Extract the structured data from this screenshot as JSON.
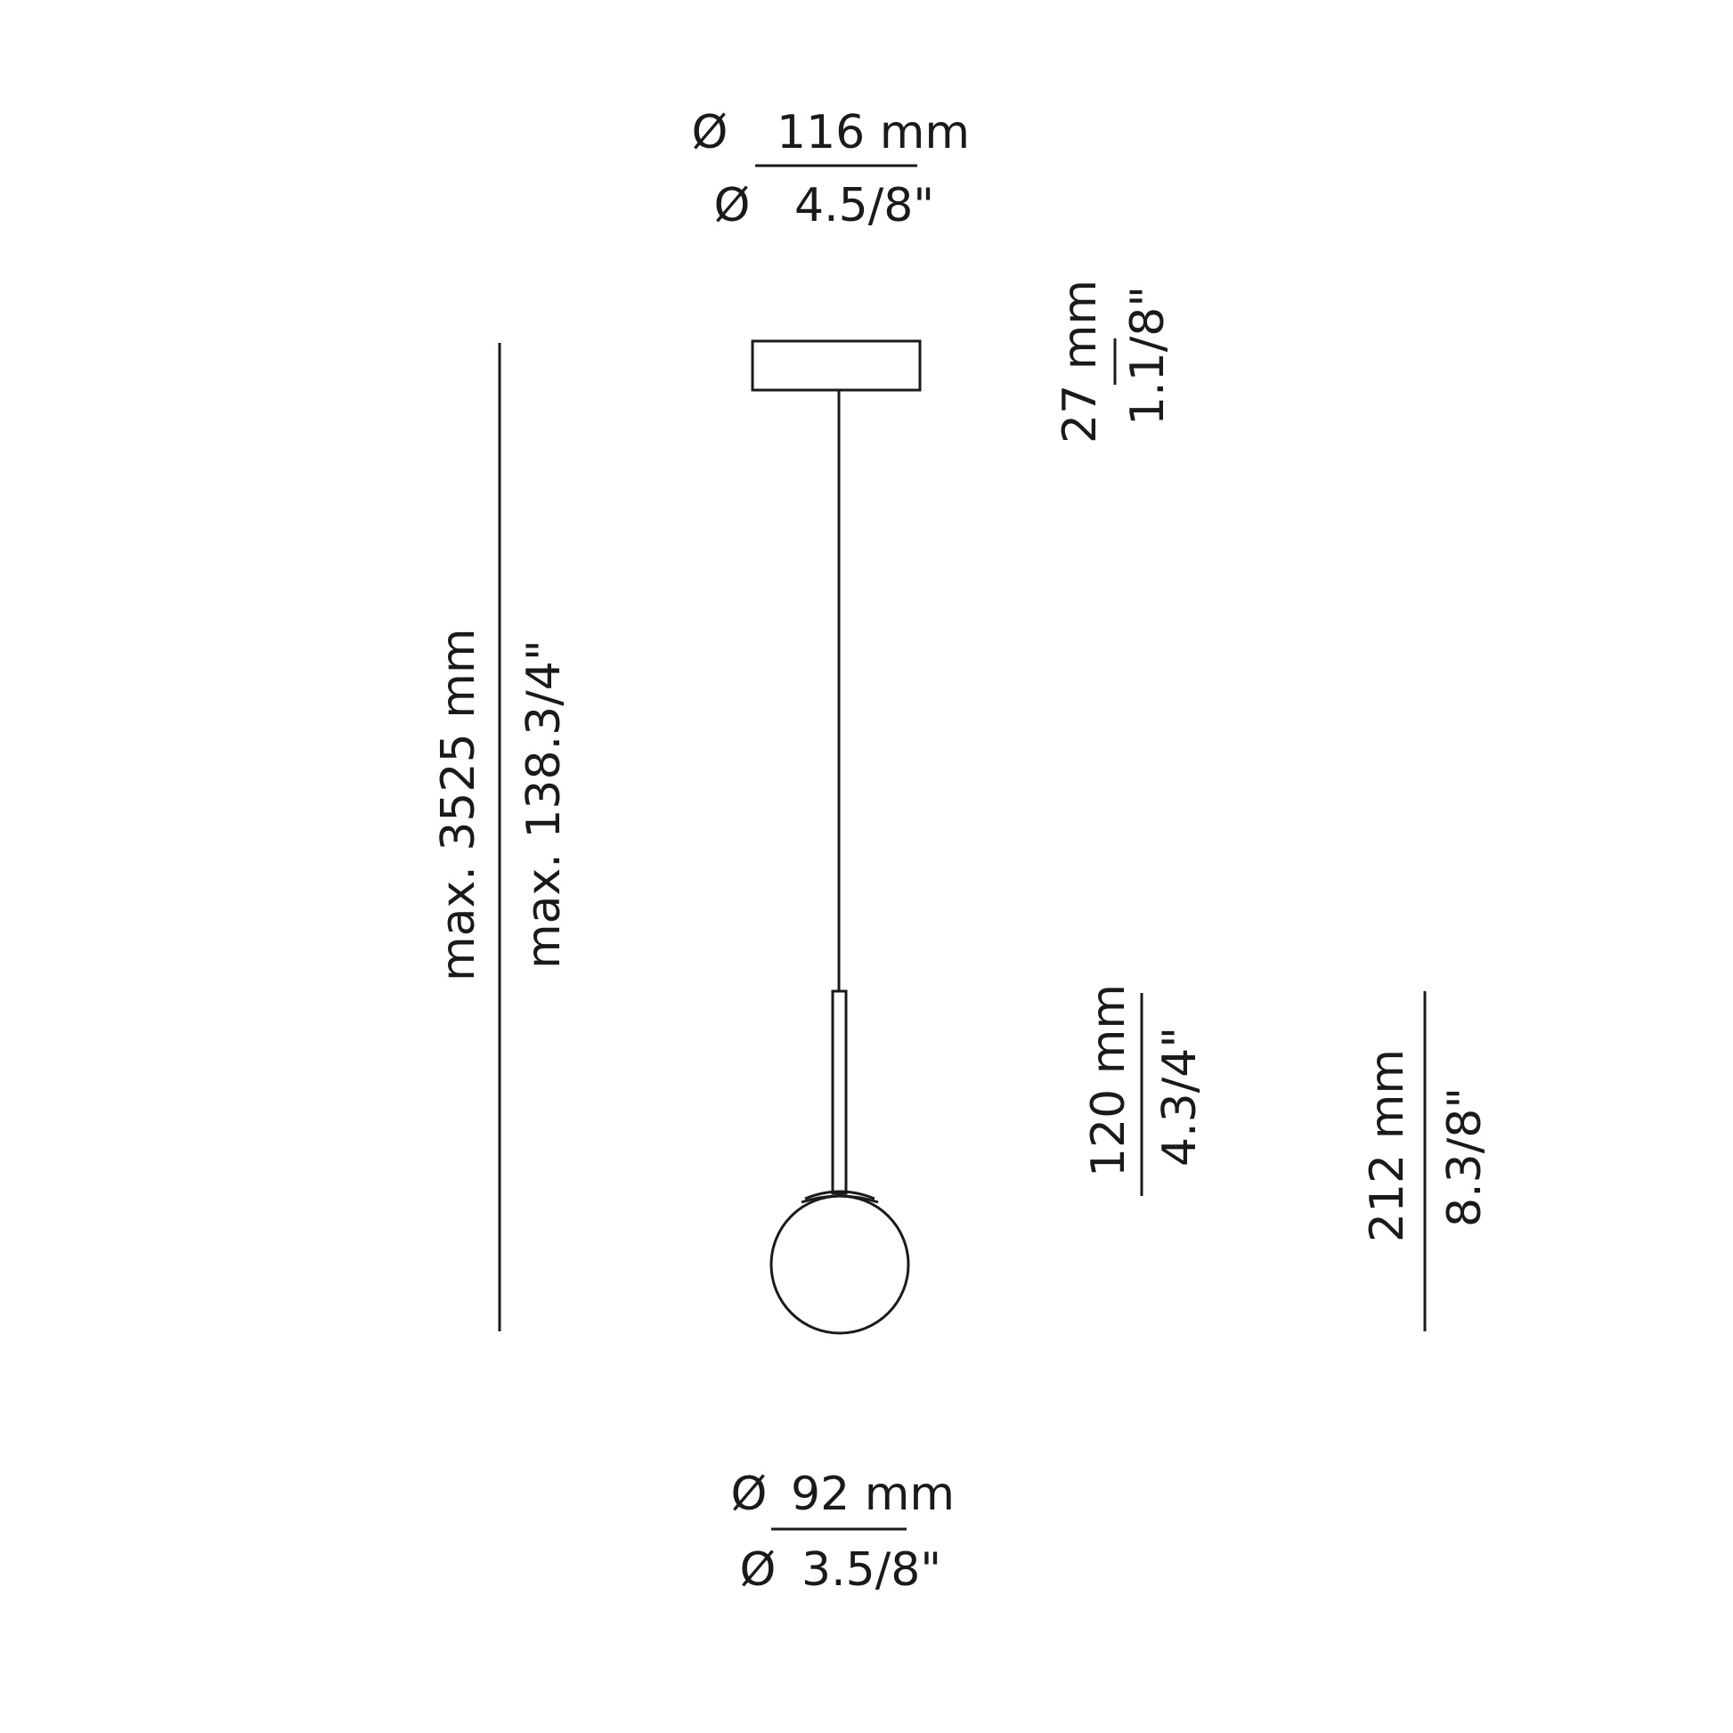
{
  "colors": {
    "ink": "#1a1a1a",
    "background": "#ffffff"
  },
  "canopy_diameter": {
    "symbol": "Ø",
    "metric": "116 mm",
    "imperial": "4.5/8\""
  },
  "canopy_height": {
    "metric": "27 mm",
    "imperial": "1.1/8\""
  },
  "max_height": {
    "metric": "max. 3525 mm",
    "imperial": "max. 138.3/4\""
  },
  "globe_height": {
    "metric": "120 mm",
    "imperial": "4.3/4\""
  },
  "head_height": {
    "metric": "212 mm",
    "imperial": "8.3/8\""
  },
  "globe_diameter": {
    "symbol": "Ø",
    "metric": "92 mm",
    "imperial": "3.5/8\""
  }
}
